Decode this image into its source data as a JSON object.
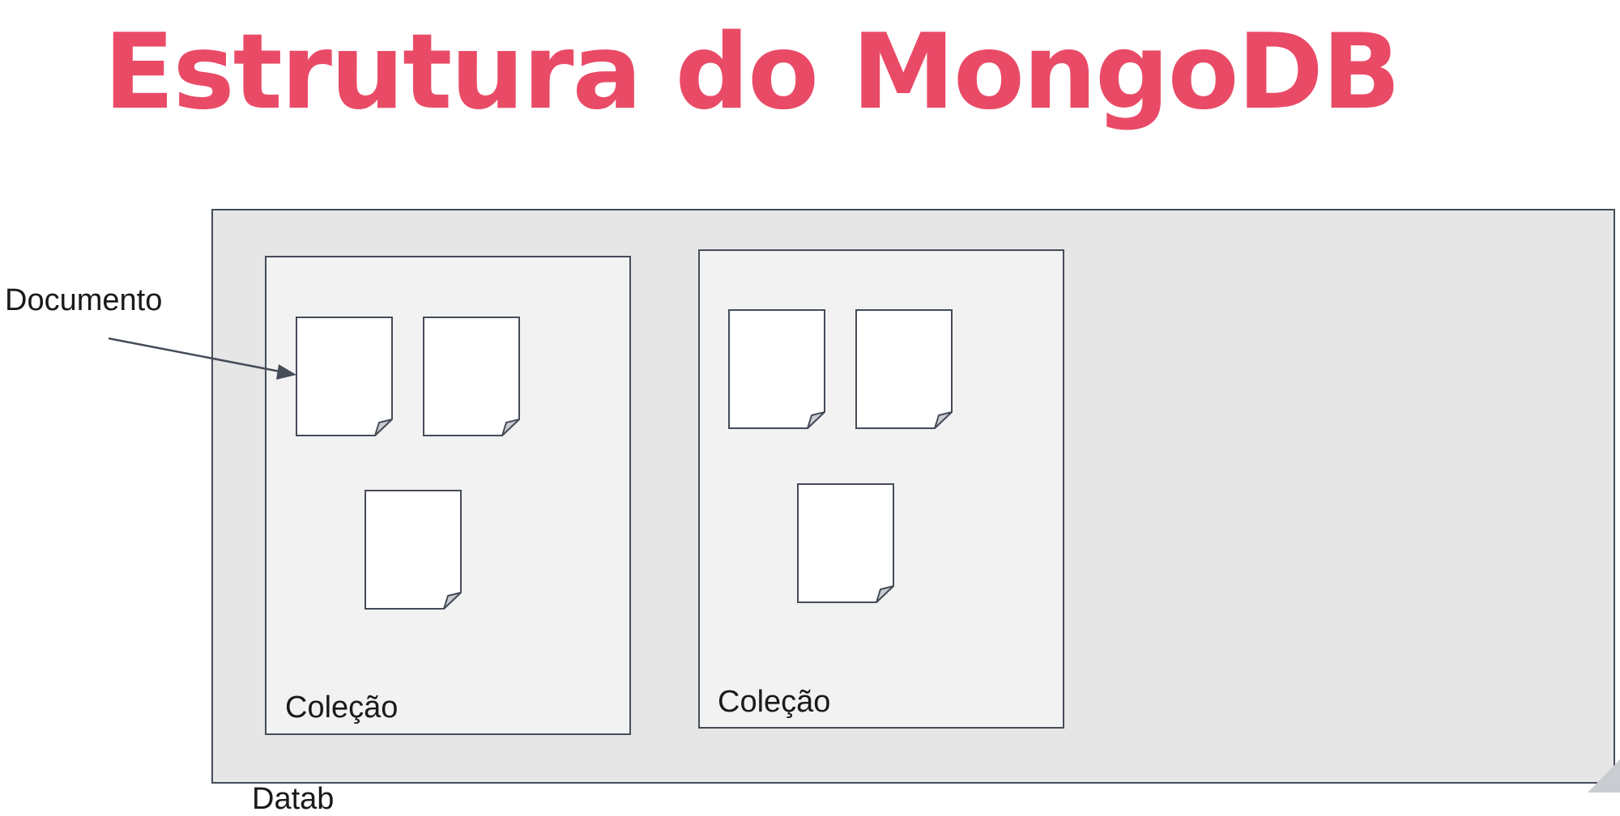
{
  "title": "Estrutura do MongoDB",
  "labels": {
    "documento": "Documento",
    "collection_1": "Coleção",
    "collection_2": "Coleção",
    "database_partial": "Datab"
  },
  "colors": {
    "title": "#e94b67",
    "database_fill": "#e6e6e6",
    "collection_fill": "#f2f2f2",
    "document_fill": "#ffffff",
    "stroke": "#454c58",
    "folded_corner": "#c9ccd1"
  },
  "structure": {
    "collections": [
      {
        "label_key": "collection_1",
        "document_count": 3
      },
      {
        "label_key": "collection_2",
        "document_count": 3
      }
    ]
  }
}
